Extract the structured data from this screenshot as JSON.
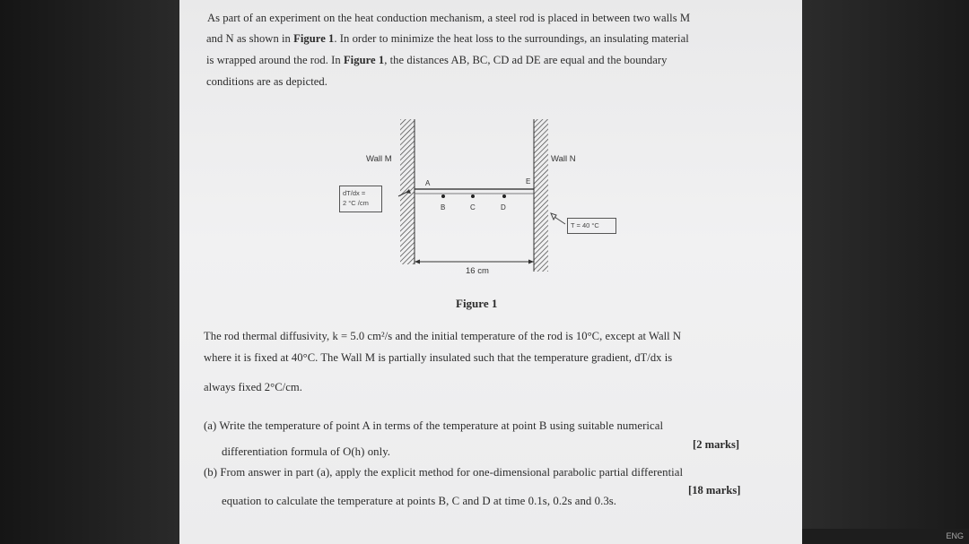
{
  "intro": {
    "line1": "As part of an experiment on the heat conduction mechanism, a steel rod is placed in between two walls M",
    "line2_a": "and N as shown in ",
    "line2_fig": "Figure 1",
    "line2_b": ". In order to minimize the heat loss to the surroundings, an insulating material",
    "line3_a": "is wrapped around the rod. In ",
    "line3_fig": "Figure 1",
    "line3_b": ", the distances AB, BC, CD ad DE are equal and the boundary",
    "line4": "conditions are as depicted."
  },
  "figure": {
    "wall_m_label": "Wall M",
    "wall_n_label": "Wall N",
    "gradient_box_line1": "dT/dx =",
    "gradient_box_line2": "2 °C /cm",
    "temp_box": "T = 40 °C",
    "point_a": "A",
    "point_b": "B",
    "point_c": "C",
    "point_d": "D",
    "point_e": "E",
    "length_label": "16 cm",
    "caption": "Figure 1"
  },
  "conditions": {
    "line1": "The rod thermal diffusivity, k = 5.0 cm²/s and the initial temperature of the rod is 10°C, except at Wall N",
    "line2": "where it is fixed at 40°C. The Wall M is partially insulated such that the temperature gradient, dT/dx is",
    "line3": "always fixed 2°C/cm."
  },
  "questions": {
    "a_line1": "(a) Write the temperature of point A in terms of the temperature at point B using suitable numerical",
    "a_line2": "differentiation formula of O(h) only.",
    "a_marks": "[2 marks]",
    "b_line1": "(b) From answer in part (a), apply the explicit method for one-dimensional parabolic partial differential",
    "b_line2": "equation to calculate the temperature at points B, C and D at time 0.1s, 0.2s and 0.3s.",
    "b_marks": "[18 marks]"
  },
  "taskbar": {
    "lang": "ENG"
  }
}
